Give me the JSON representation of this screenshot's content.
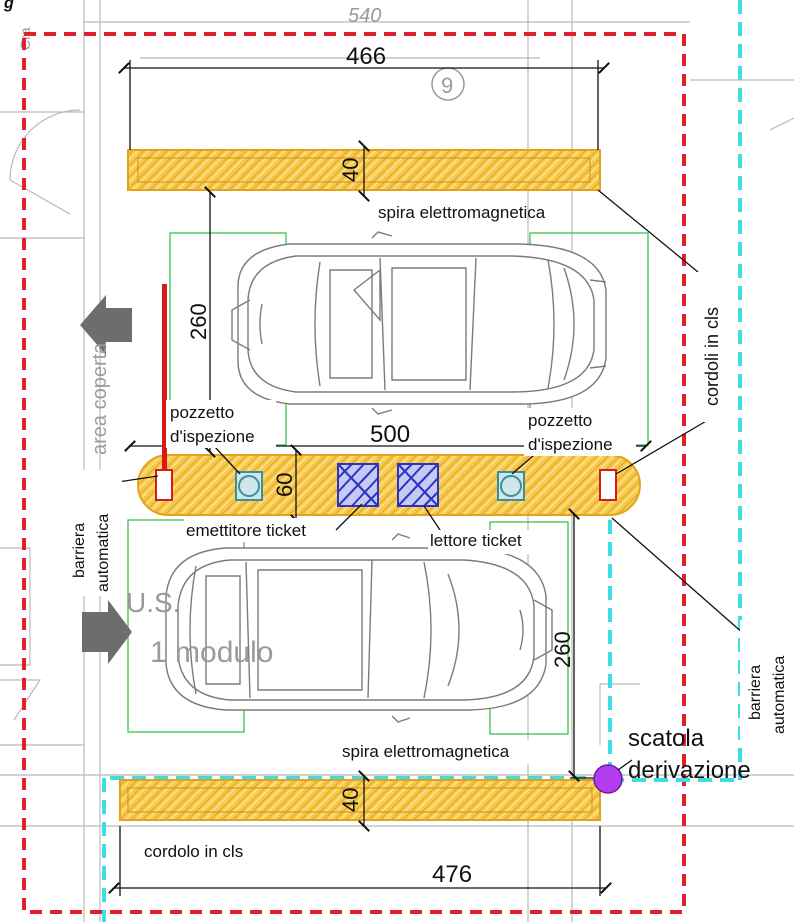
{
  "header": {
    "caption": "g",
    "top_dimension": "540",
    "corner_text": "Cra",
    "bay_number": "9"
  },
  "dimensions": {
    "top_length": "466",
    "top_curb_depth": "40",
    "left_bay_depth": "260",
    "island_length": "500",
    "island_depth": "60",
    "right_bay_depth": "260",
    "bottom_curb_depth": "40",
    "bottom_length": "476"
  },
  "labels": {
    "spira_top": "spira elettromagnetica",
    "cordoli": "cordoli in cls",
    "area_coperta": "area coperta",
    "pozzetto_left": [
      "pozzetto",
      "d'ispezione"
    ],
    "pozzetto_right": [
      "pozzetto",
      "d'ispezione"
    ],
    "barriera_left": [
      "barriera",
      "automatica"
    ],
    "emettitore": "emettitore ticket",
    "lettore": "lettore ticket",
    "us": "U.S.",
    "modulo": "1 modulo",
    "barriera_right": [
      "barriera",
      "automatica"
    ],
    "scatola": [
      "scatola",
      "derivazione"
    ],
    "spira_bottom": "spira elettromagnetica",
    "cordolo": "cordolo in cls"
  },
  "colors": {
    "curb_fill": "#f6c94a",
    "curb_stroke": "#e3a21c",
    "red_dash": "#e0202a",
    "cyan_dash": "#3fdce6",
    "ticket_blue": "#2b33c4",
    "pozzetto_teal": "#3f8f9a",
    "barrier_red": "#d81a1a",
    "parking_green": "#39c24a",
    "junction_purple": "#b43cf0",
    "arrow_grey": "#6d6d6d"
  }
}
